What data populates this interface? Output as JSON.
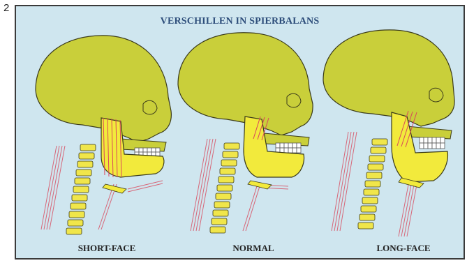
{
  "figure": {
    "number": "2"
  },
  "diagram": {
    "title": "VERSCHILLEN IN SPIERBALANS",
    "panels": [
      {
        "label": "SHORT-FACE"
      },
      {
        "label": "NORMAL"
      },
      {
        "label": "LONG-FACE"
      }
    ],
    "colors": {
      "background": "#cfe6ef",
      "skull": "#c9cf3a",
      "mandible": "#f2ea3c",
      "muscle_lines": "#d9475b",
      "spine": "#f0e64a"
    }
  }
}
